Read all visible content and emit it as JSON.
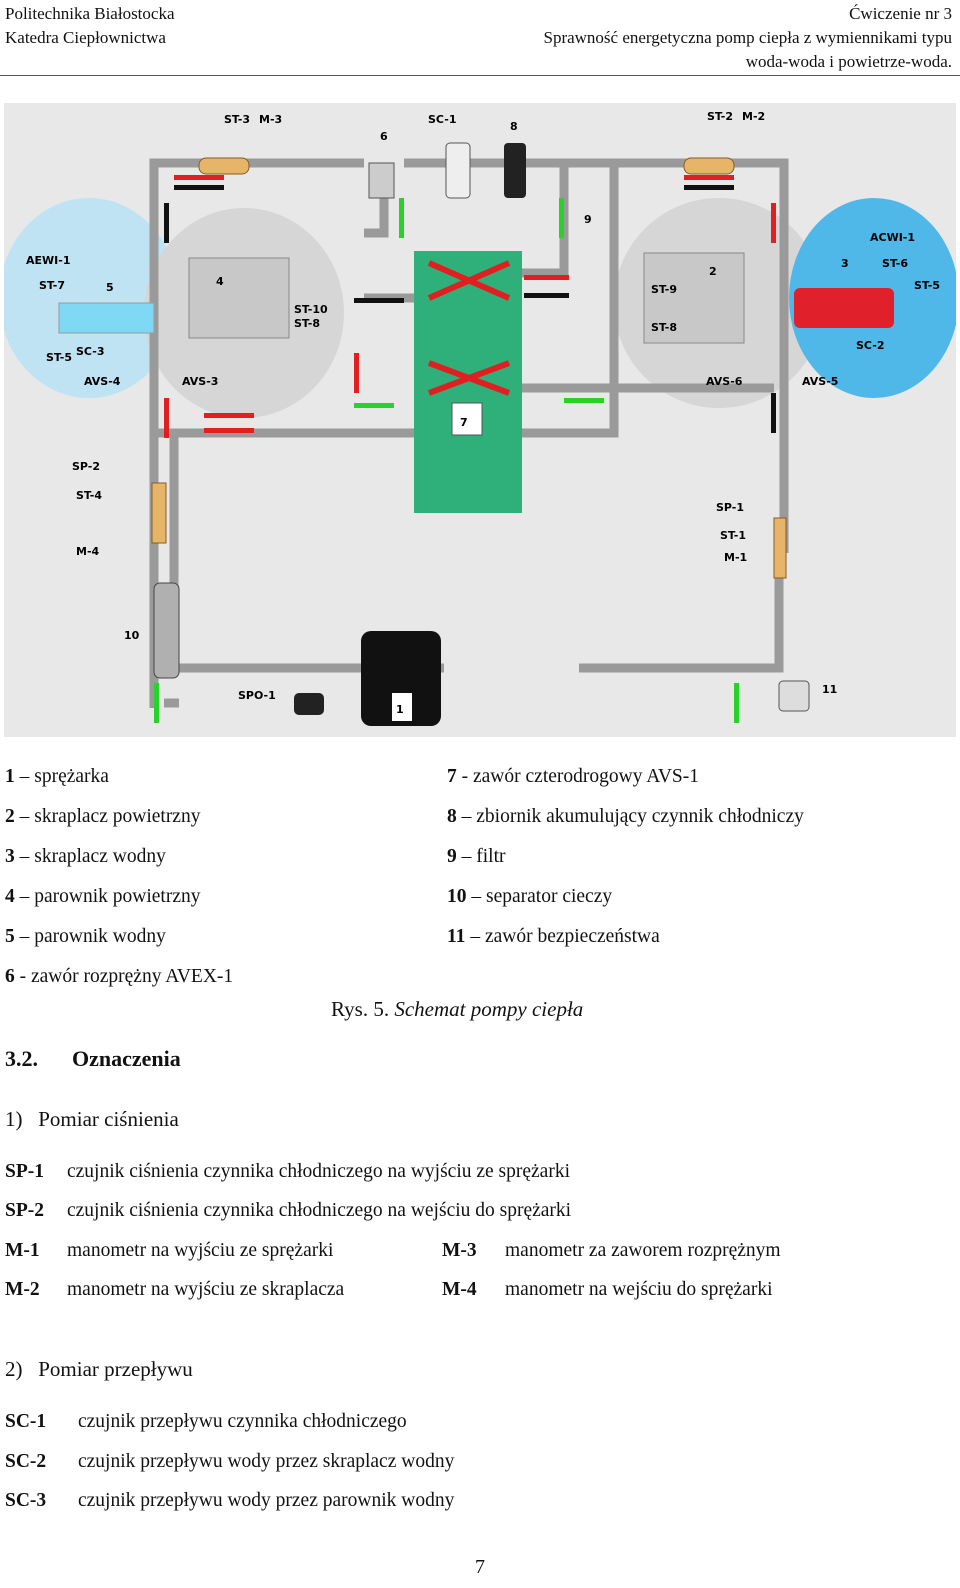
{
  "header": {
    "university": "Politechnika Białostocka",
    "department": "Katedra Ciepłownictwa",
    "exercise": "Ćwiczenie nr 3",
    "title_line1": "Sprawność energetyczna pomp ciepła z wymiennikami typu",
    "title_line2": "woda-woda i powietrze-woda."
  },
  "diagram_labels": {
    "st3": "ST-3",
    "m3": "M-3",
    "n6": "6",
    "sc1": "SC-1",
    "n8": "8",
    "st2": "ST-2",
    "m2": "M-2",
    "n9": "9",
    "aewi": "AEWI-1",
    "st7": "ST-7",
    "n5": "5",
    "n4": "4",
    "st10": "ST-10",
    "st8a": "ST-8",
    "st5a": "ST-5",
    "sc3": "SC-3",
    "avs4": "AVS-4",
    "avs3": "AVS-3",
    "n2": "2",
    "st9": "ST-9",
    "st8b": "ST-8",
    "acwi": "ACWI-1",
    "n3": "3",
    "st6": "ST-6",
    "st5b": "ST-5",
    "sc2": "SC-2",
    "avs6": "AVS-6",
    "avs5": "AVS-5",
    "n7": "7",
    "sp2": "SP-2",
    "st4": "ST-4",
    "m4": "M-4",
    "sp1": "SP-1",
    "st1": "ST-1",
    "m1": "M-1",
    "n10": "10",
    "spo1": "SPO-1",
    "n1": "1",
    "n11": "11"
  },
  "legend": {
    "left": [
      {
        "num": "1",
        "text": " – sprężarka"
      },
      {
        "num": "2",
        "text": " – skraplacz powietrzny"
      },
      {
        "num": "3",
        "text": " – skraplacz wodny"
      },
      {
        "num": "4",
        "text": " – parownik powietrzny"
      },
      {
        "num": "5",
        "text": " – parownik wodny"
      },
      {
        "num": "6",
        "text": " - zawór rozprężny AVEX-1"
      }
    ],
    "right": [
      {
        "num": "7",
        "text": " - zawór czterodrogowy AVS-1"
      },
      {
        "num": "8",
        "text": " – zbiornik akumulujący czynnik chłodniczy"
      },
      {
        "num": "9",
        "text": " – filtr"
      },
      {
        "num": "10",
        "text": " – separator cieczy"
      },
      {
        "num": "11",
        "text": " – zawór bezpieczeństwa"
      }
    ]
  },
  "caption": {
    "prefix": "Rys. 5. ",
    "title": "Schemat pompy ciepła"
  },
  "section": {
    "number": "3.2.",
    "title": "Oznaczenia"
  },
  "pressure": {
    "heading": "1)   Pomiar ciśnienia",
    "rows": [
      {
        "code": "SP-1",
        "text": "czujnik ciśnienia czynnika chłodniczego na wyjściu ze sprężarki"
      },
      {
        "code": "SP-2",
        "text": "czujnik ciśnienia czynnika chłodniczego na wejściu do sprężarki"
      }
    ],
    "m_rows": [
      {
        "code": "M-1",
        "text": "manometr na wyjściu ze sprężarki",
        "code2": "M-3",
        "text2": "manometr za zaworem rozprężnym"
      },
      {
        "code": "M-2",
        "text": "manometr na wyjściu ze skraplacza",
        "code2": "M-4",
        "text2": "manometr na wejściu do sprężarki"
      }
    ]
  },
  "flow": {
    "heading": "2)   Pomiar przepływu",
    "rows": [
      {
        "code": "SC-1",
        "text": "czujnik przepływu czynnika chłodniczego"
      },
      {
        "code": "SC-2",
        "text": "czujnik przepływu wody przez skraplacz wodny"
      },
      {
        "code": "SC-3",
        "text": "czujnik przepływu wody przez parownik wodny"
      }
    ]
  },
  "page_number": "7"
}
